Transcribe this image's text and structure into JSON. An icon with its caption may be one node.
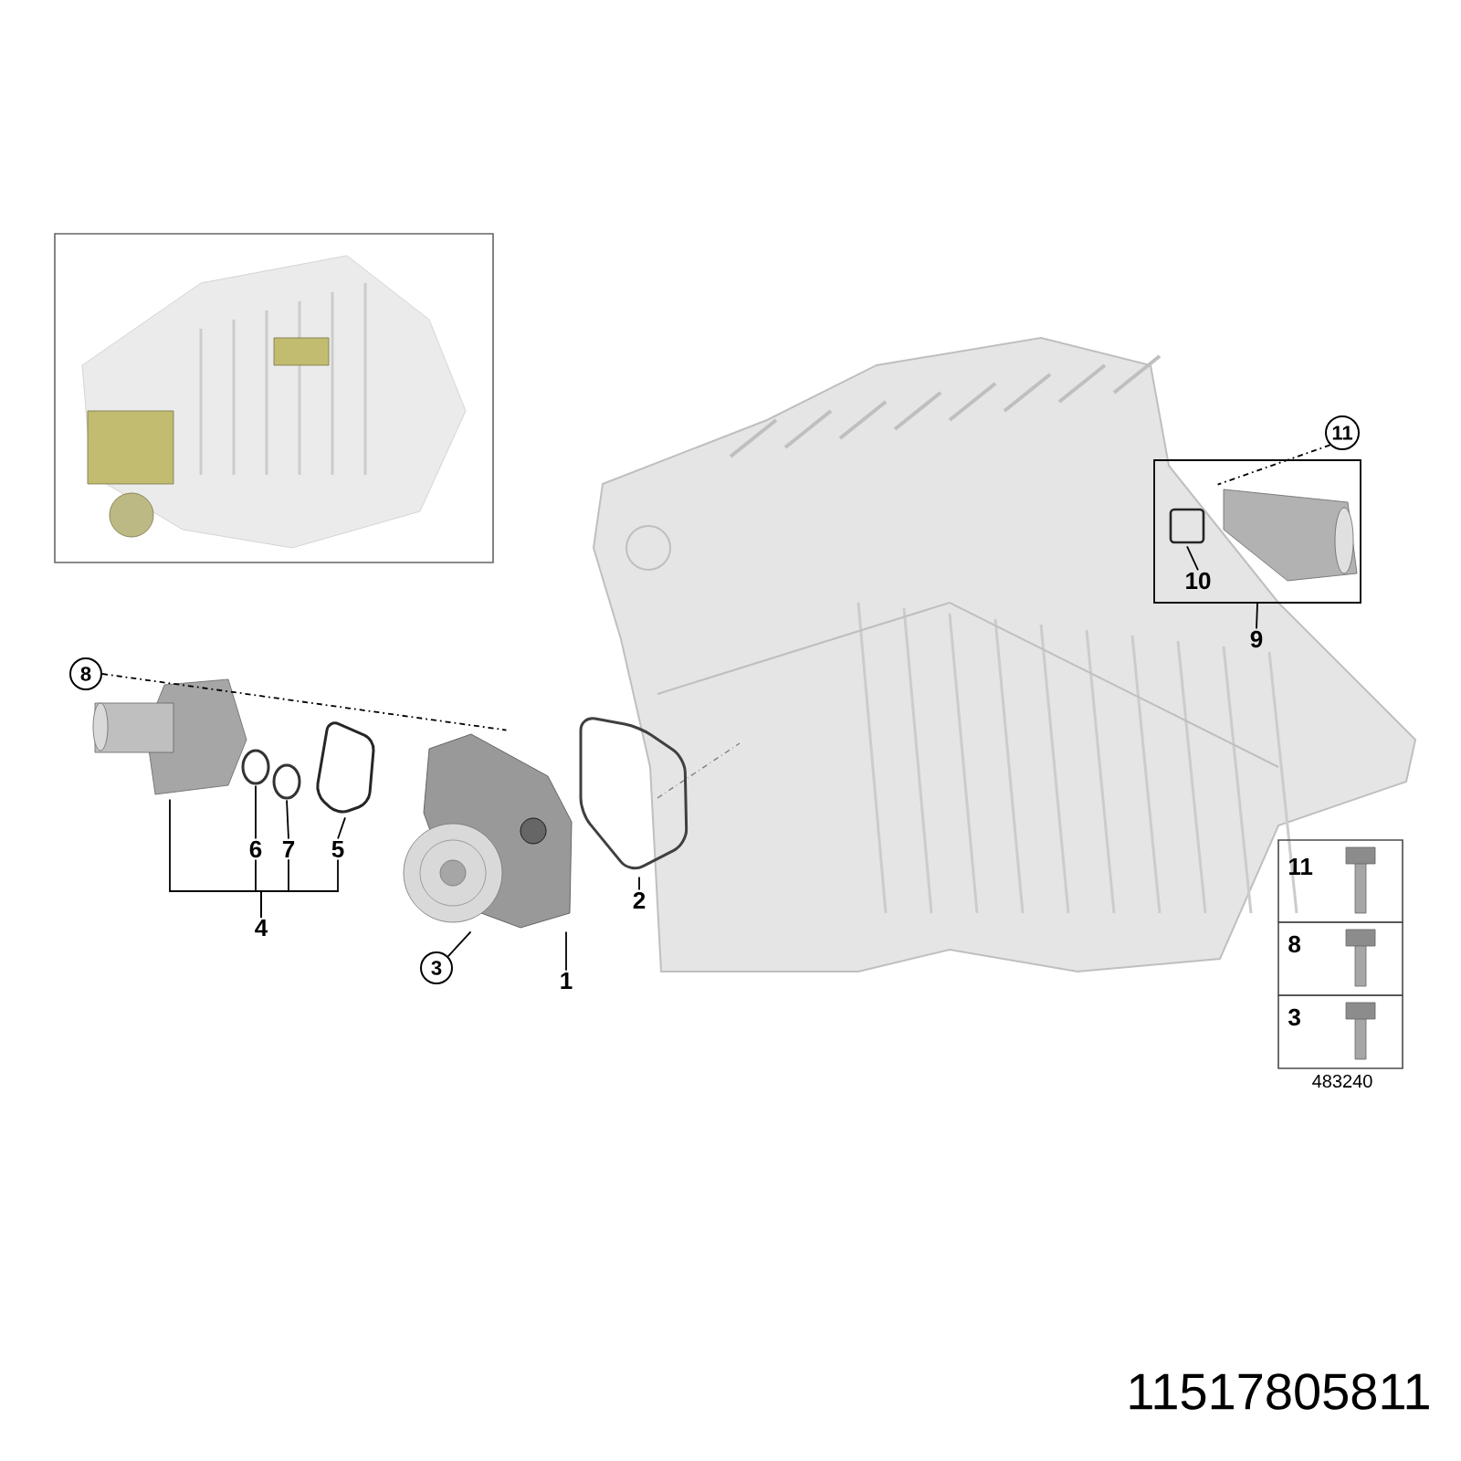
{
  "diagram": {
    "nodes": [
      {
        "text": [
          "8"
        ]
      },
      {
        "text": [
          "6"
        ]
      },
      {
        "text": [
          "7"
        ]
      },
      {
        "text": [
          "5"
        ]
      },
      {
        "text": [
          "4"
        ]
      },
      {
        "text": [
          "3"
        ]
      },
      {
        "text": [
          "1"
        ]
      },
      {
        "text": [
          "2"
        ]
      },
      {
        "text": [
          "11"
        ]
      },
      {
        "text": [],
        "shape": "box"
      },
      {
        "text": [
          "10"
        ],
        "in": 9
      },
      {
        "text": [
          "9"
        ]
      },
      {
        "text": [],
        "shape": "picture"
      },
      {
        "text": [],
        "shape": "circle"
      },
      {
        "text": [],
        "shape": "circle"
      },
      {
        "text": [],
        "shape": "ring"
      },
      {
        "text": [],
        "shape": "picture"
      },
      {
        "text": [],
        "shape": "ring"
      },
      {
        "text": [],
        "shape": "box",
        "in": 9
      },
      {
        "text": [],
        "shape": "picture",
        "in": 9
      }
    ],
    "edges": [
      {
        "from": 0,
        "to": 16,
        "arrow": "none",
        "style": "dashed"
      },
      {
        "from": 1,
        "to": 13,
        "arrow": "none"
      },
      {
        "from": 2,
        "to": 14,
        "arrow": "none"
      },
      {
        "from": 3,
        "to": 15,
        "arrow": "none"
      },
      {
        "from": 4,
        "to": 1,
        "arrow": "none"
      },
      {
        "from": 4,
        "to": 2,
        "arrow": "none"
      },
      {
        "from": 4,
        "to": 3,
        "arrow": "none"
      },
      {
        "from": 4,
        "to": 12,
        "arrow": "none"
      },
      {
        "from": 5,
        "to": 16,
        "arrow": "none"
      },
      {
        "from": 6,
        "to": 16,
        "arrow": "none"
      },
      {
        "from": 7,
        "to": 17,
        "arrow": "none"
      },
      {
        "from": 8,
        "to": 19,
        "arrow": "none",
        "style": "dashed"
      },
      {
        "from": 10,
        "to": 18,
        "arrow": "none"
      },
      {
        "from": 11,
        "to": 9,
        "arrow": "none"
      }
    ],
    "labels": [
      "11",
      "8",
      "3",
      "483240",
      "11517805811"
    ]
  }
}
